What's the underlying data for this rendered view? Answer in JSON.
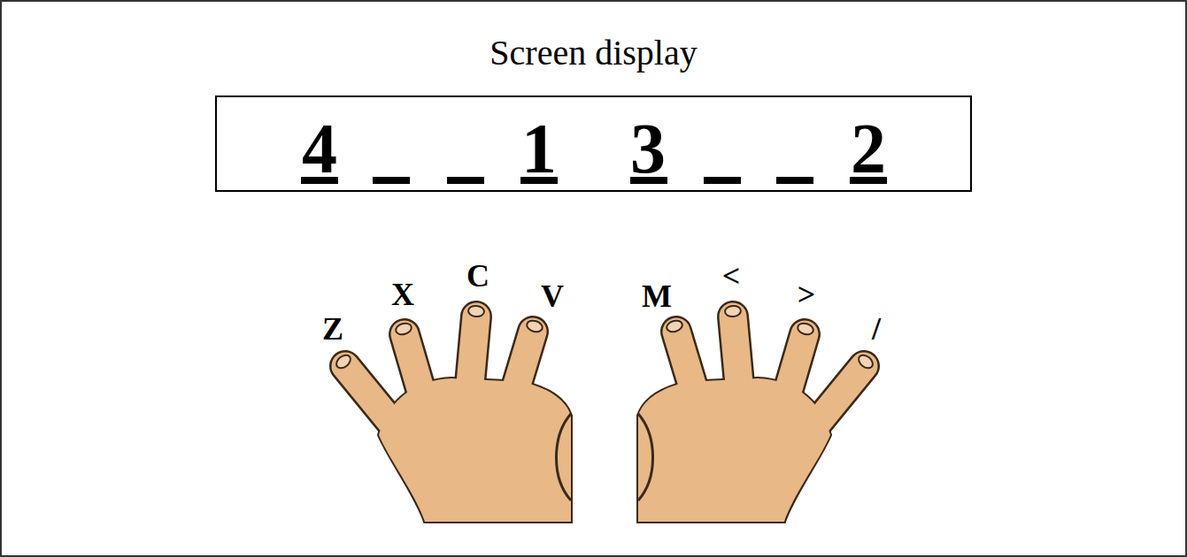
{
  "diagram": {
    "title": "Screen display",
    "nodes": [
      {
        "text": [
          "4",
          "1",
          "3",
          "2"
        ]
      }
    ],
    "labels": [
      "Z",
      "X",
      "C",
      "V",
      "M",
      "<",
      ">",
      "/"
    ]
  }
}
